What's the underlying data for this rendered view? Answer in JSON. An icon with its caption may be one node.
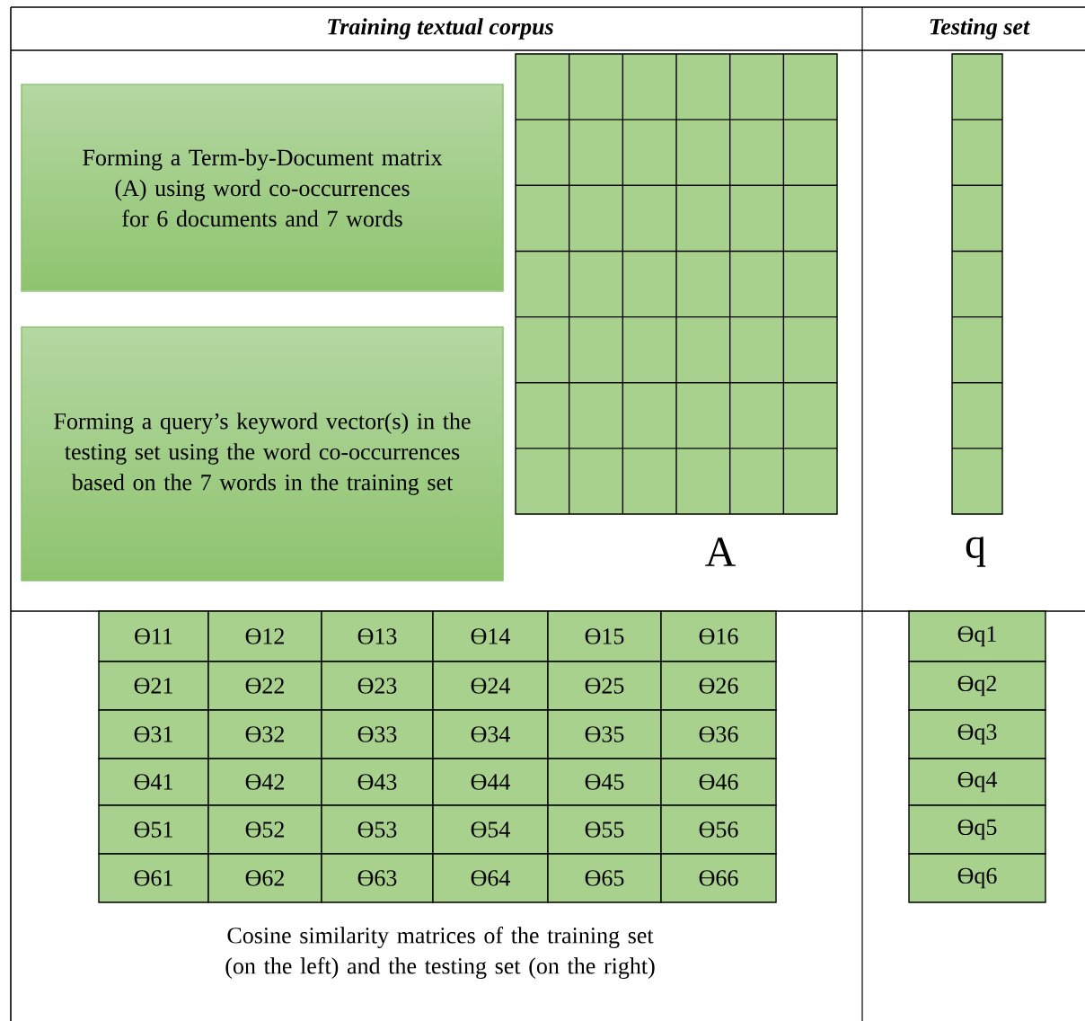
{
  "diagram": {
    "nodes": [
      {
        "text": [
          "Forming a Term-by-Document matrix (A) using word co-occurrences for 6 documents and 7 words"
        ]
      },
      {
        "text": [
          "Forming a query’s keyword vector(s) in the testing set using the word co-occurrences based on the 7 words in the training set"
        ]
      }
    ],
    "edges": [],
    "labels": [
      "Training textual corpus",
      "Testing set",
      "A",
      "q",
      "Ө11",
      "Ө12",
      "Ө13",
      "Ө14",
      "Ө15",
      "Ө16",
      "Ө21",
      "Ө22",
      "Ө23",
      "Ө24",
      "Ө25",
      "Ө26",
      "Ө31",
      "Ө32",
      "Ө33",
      "Ө34",
      "Ө35",
      "Ө36",
      "Ө41",
      "Ө42",
      "Ө43",
      "Ө44",
      "Ө45",
      "Ө46",
      "Ө51",
      "Ө52",
      "Ө53",
      "Ө54",
      "Ө55",
      "Ө56",
      "Ө61",
      "Ө62",
      "Ө63",
      "Ө64",
      "Ө65",
      "Ө66",
      "Өq1",
      "Өq2",
      "Өq3",
      "Өq4",
      "Өq5",
      "Өq6",
      "Cosine similarity matrices of the training set (on the left)  and the testing set (on the right)"
    ]
  }
}
